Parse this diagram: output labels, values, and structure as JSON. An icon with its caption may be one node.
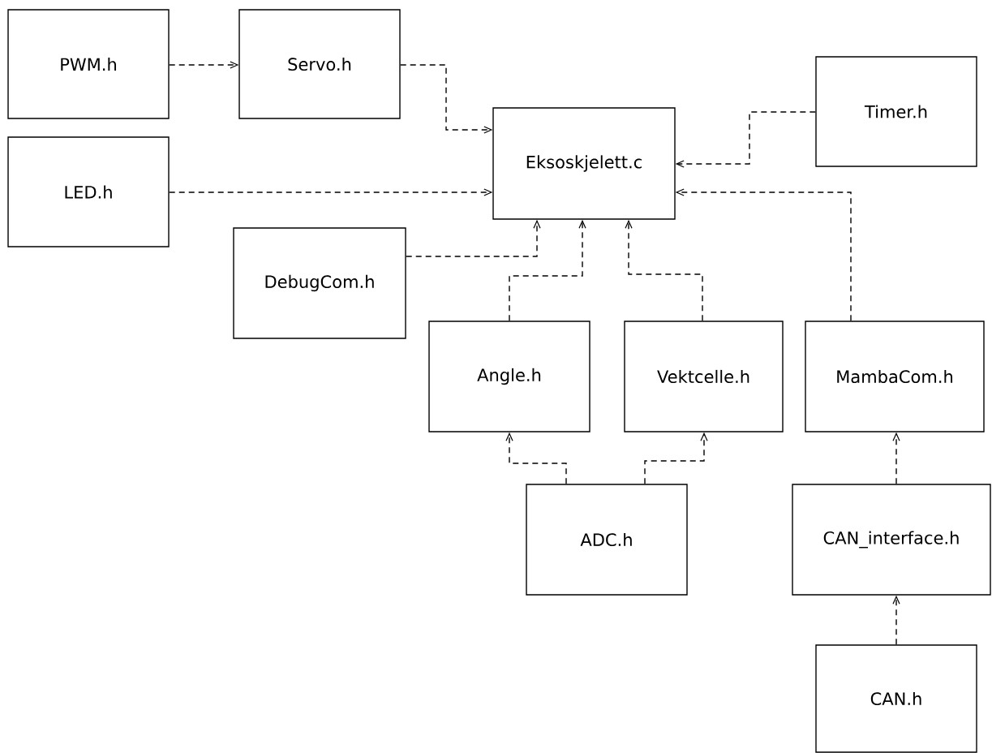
{
  "diagram": {
    "nodes": [
      {
        "text": [
          "PWM.h"
        ]
      },
      {
        "text": [
          "Servo.h"
        ]
      },
      {
        "text": [
          "Eksoskjelett.c"
        ]
      },
      {
        "text": [
          "Timer.h"
        ]
      },
      {
        "text": [
          "LED.h"
        ]
      },
      {
        "text": [
          "DebugCom.h"
        ]
      },
      {
        "text": [
          "Angle.h"
        ]
      },
      {
        "text": [
          "Vektcelle.h"
        ]
      },
      {
        "text": [
          "MambaCom.h"
        ]
      },
      {
        "text": [
          "ADC.h"
        ]
      },
      {
        "text": [
          "CAN_interface.h"
        ]
      },
      {
        "text": [
          "CAN.h"
        ]
      }
    ],
    "edges": [
      {
        "from": 0,
        "to": 1,
        "arrow": "to",
        "style": "dashed"
      },
      {
        "from": 1,
        "to": 2,
        "arrow": "to",
        "style": "dashed"
      },
      {
        "from": 3,
        "to": 2,
        "arrow": "to",
        "style": "dashed"
      },
      {
        "from": 4,
        "to": 2,
        "arrow": "to",
        "style": "dashed"
      },
      {
        "from": 8,
        "to": 2,
        "arrow": "to",
        "style": "dashed"
      },
      {
        "from": 5,
        "to": 2,
        "arrow": "to",
        "style": "dashed"
      },
      {
        "from": 6,
        "to": 2,
        "arrow": "to",
        "style": "dashed"
      },
      {
        "from": 7,
        "to": 2,
        "arrow": "to",
        "style": "dashed"
      },
      {
        "from": 9,
        "to": 6,
        "arrow": "to",
        "style": "dashed"
      },
      {
        "from": 9,
        "to": 7,
        "arrow": "to",
        "style": "dashed"
      },
      {
        "from": 10,
        "to": 8,
        "arrow": "to",
        "style": "dashed"
      },
      {
        "from": 11,
        "to": 10,
        "arrow": "to",
        "style": "dashed"
      }
    ]
  }
}
